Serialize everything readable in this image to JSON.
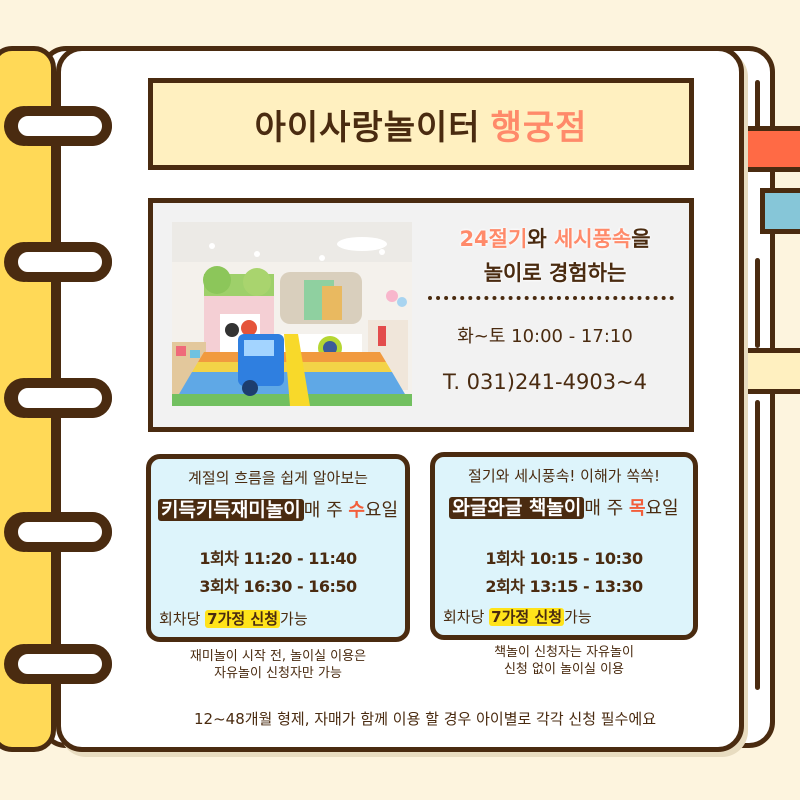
{
  "header": {
    "title": "아이사랑놀이터",
    "branch": "행궁점"
  },
  "info": {
    "photo_alt": "놀이실 내부 사진",
    "headline": {
      "line1_accent1": "24절기",
      "line1_mid": "와 ",
      "line1_accent2": "세시풍속",
      "line1_end": "을",
      "line2": "놀이로 경험하는"
    },
    "hours": "화~토 10:00 - 17:10",
    "phone": "T. 031)241-4903~4"
  },
  "programs": [
    {
      "subtitle": "계절의 흐름을 쉽게 알아보는",
      "name": "키득키득재미놀이",
      "schedule_prefix": "매 주 ",
      "day": "수",
      "schedule_suffix": "요일",
      "sessions": [
        "1회차 11:20 - 11:40",
        "3회차 16:30 - 16:50"
      ],
      "capacity_prefix": "회차당 ",
      "capacity_highlight": "7가정 신청",
      "capacity_suffix": "가능",
      "note_line1": "재미놀이 시작 전, 놀이실 이용은",
      "note_line2": "자유놀이 신청자만 가능"
    },
    {
      "subtitle": "절기와 세시풍속! 이해가 쏙쏙!",
      "name": "와글와글 책놀이",
      "schedule_prefix": "매  주 ",
      "day": "목",
      "schedule_suffix": "요일",
      "sessions": [
        "1회차 10:15 - 10:30",
        "2회차 13:15 - 13:30"
      ],
      "capacity_prefix": "회차당 ",
      "capacity_highlight": "7가정 신청",
      "capacity_suffix": "가능",
      "note_line1": "책놀이 신청자는 자유놀이",
      "note_line2": "신청 없이 놀이실 이용"
    }
  ],
  "footer": {
    "note": "12~48개월 형제, 자매가 함께 이용 할 경우  아이별로 각각 신청 필수에요"
  },
  "colors": {
    "outline": "#4a2b10",
    "accent_coral": "#ff8a6a",
    "accent_red": "#f25e3b",
    "spine_yellow": "#ffd957",
    "card_blue": "#ddf4fb",
    "highlight_yellow": "#ffe31a",
    "tab_red": "#ff6a45",
    "tab_blue": "#86c6d8",
    "tab_cream": "#fff0c0"
  }
}
